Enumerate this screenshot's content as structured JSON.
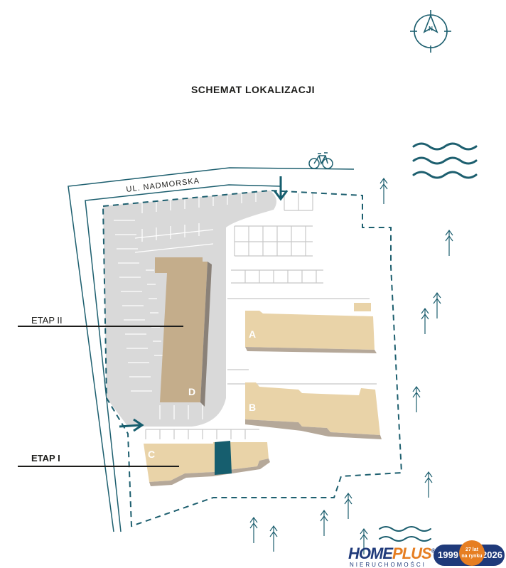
{
  "title": "SCHEMAT LOKALIZACJI",
  "street_label": "UL. NADMORSKA",
  "compass_label": "N",
  "etap_2_label": "ETAP II",
  "etap_1_label": "ETAP I",
  "buildings": {
    "a": "A",
    "b": "B",
    "c": "C",
    "d": "D"
  },
  "logo": {
    "brand_home": "HOME",
    "brand_plus": "PLUS",
    "registered": "®",
    "subtitle": "NIERUCHOMOŚCI",
    "year_start": "1999",
    "year_end": "2026",
    "badge_line1": "27 lat",
    "badge_line2": "na rynku"
  },
  "colors": {
    "teal": "#1d5f6f",
    "building": "#e9d3a8",
    "building_d": "#c4ad8b",
    "building_shadow": "#b5a899",
    "highlight": "#165e6e",
    "lot": "#d9d9d9",
    "brand_blue": "#1f3a7a",
    "brand_orange": "#e67e22"
  }
}
